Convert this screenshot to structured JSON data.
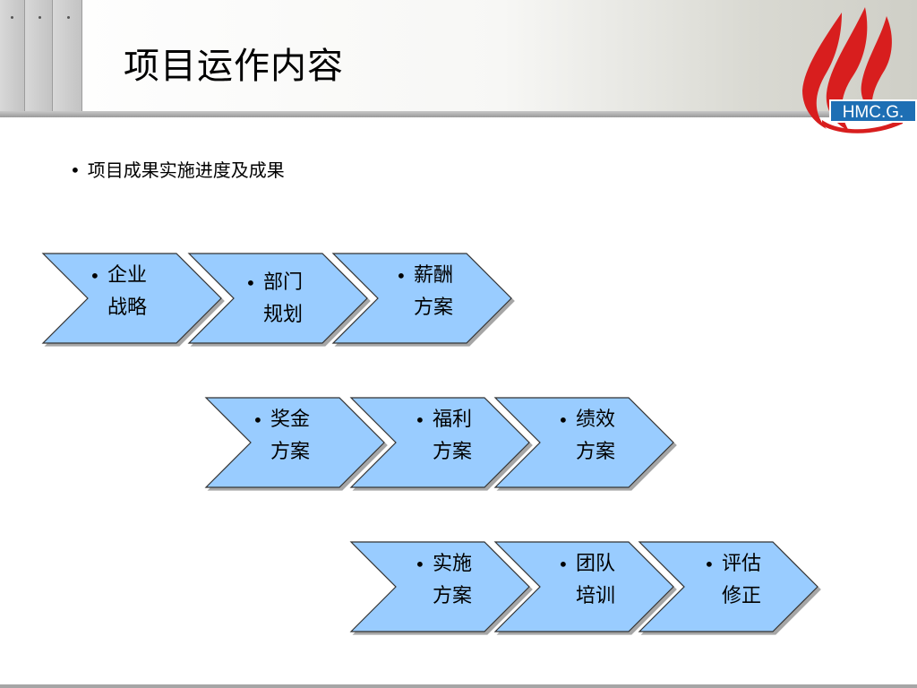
{
  "slide": {
    "title": "项目运作内容",
    "bullet": "项目成果实施进度及成果",
    "logo_text": "HMC.G."
  },
  "rows": [
    {
      "items": [
        {
          "line1": "企业",
          "line2": "战略"
        },
        {
          "line1": "部门",
          "line2": "规划"
        },
        {
          "line1": "薪酬",
          "line2": "方案"
        }
      ]
    },
    {
      "items": [
        {
          "line1": "奖金",
          "line2": "方案"
        },
        {
          "line1": "福利",
          "line2": "方案"
        },
        {
          "line1": "绩效",
          "line2": "方案"
        }
      ]
    },
    {
      "items": [
        {
          "line1": "实施",
          "line2": "方案"
        },
        {
          "line1": "团队",
          "line2": "培训"
        },
        {
          "line1": "评估",
          "line2": "修正"
        }
      ]
    }
  ],
  "colors": {
    "chevron_fill": "#99ccff",
    "chevron_stroke": "#333333",
    "logo_red": "#d81e1e",
    "logo_box": "#1e6fb4"
  }
}
